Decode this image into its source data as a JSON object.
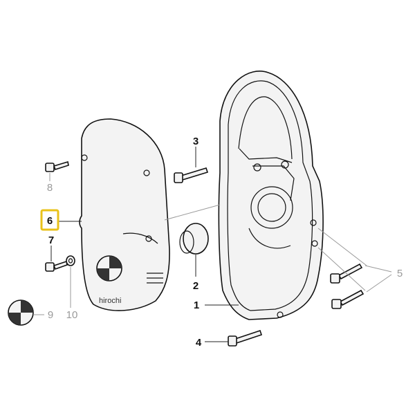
{
  "labels": {
    "n1": "1",
    "n2": "2",
    "n3": "3",
    "n4": "4",
    "n5": "5",
    "n6": "6",
    "n7": "7",
    "n8": "8",
    "n9": "9",
    "n10": "10"
  },
  "watermark": "hirochi",
  "colors": {
    "highlight": "#e9c21a",
    "dim_label": "#9a9a9a",
    "ink": "#111111"
  },
  "highlighted_label": "6"
}
